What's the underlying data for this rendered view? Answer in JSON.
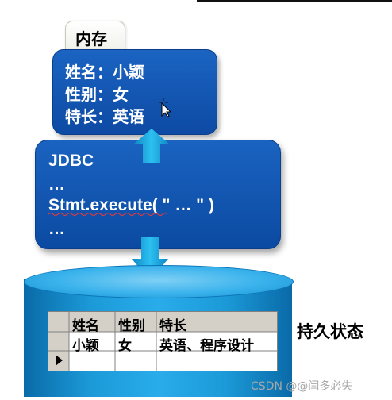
{
  "memory": {
    "tab_label": "内存",
    "lines": [
      "姓名：小颖",
      "性别：女",
      "特长：英语"
    ]
  },
  "jdbc": {
    "lines": [
      "JDBC",
      "…",
      "Stmt.execute( \" … \" )",
      "…"
    ]
  },
  "table": {
    "headers": [
      "姓名",
      "性别",
      "特长"
    ],
    "rows": [
      [
        "小颖",
        "女",
        "英语、程序设计"
      ]
    ]
  },
  "persist_label": "持久状态",
  "watermark": "CSDN @@闫多必失",
  "colors": {
    "box_blue": "#0d4aa4",
    "arrow_cyan": "#19a9e2",
    "cylinder_blue": "#1c9ad8"
  }
}
